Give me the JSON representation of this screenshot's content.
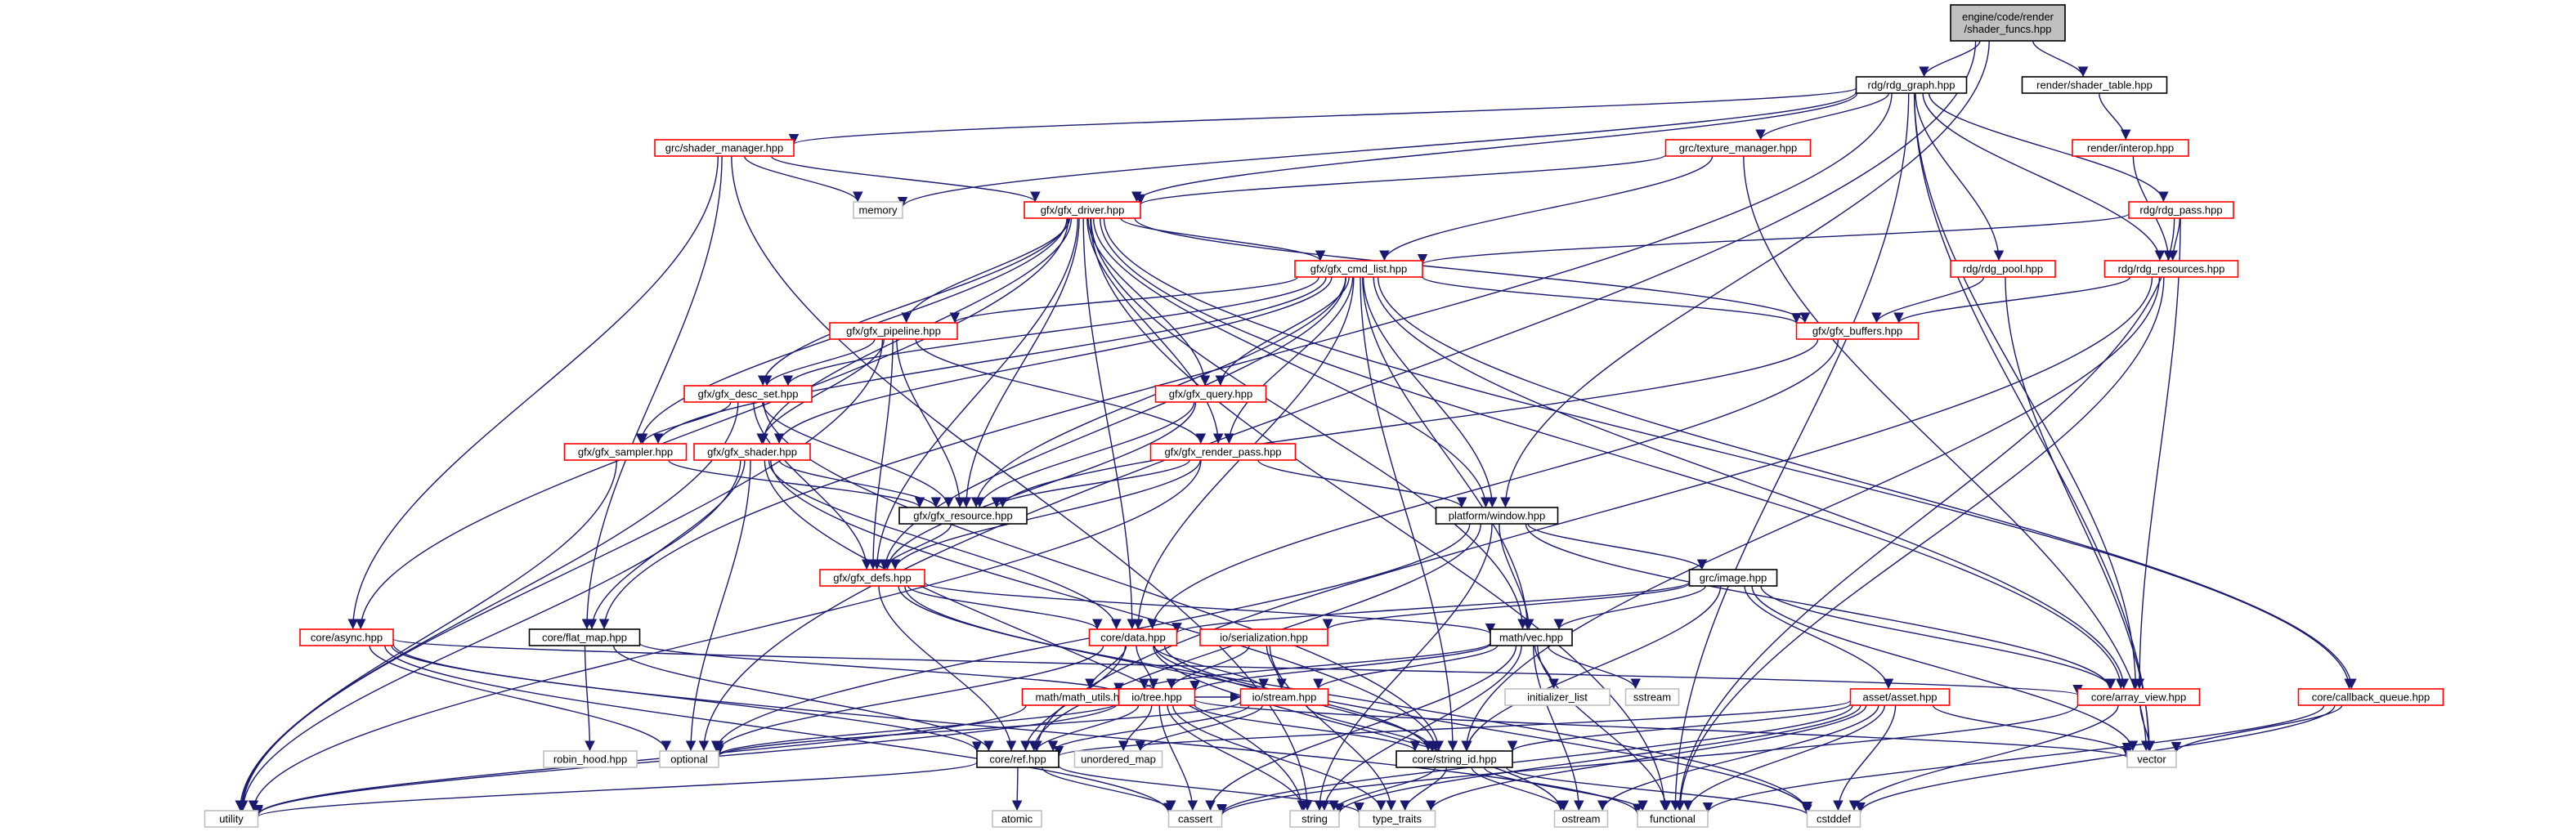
{
  "diagram": {
    "type": "include-dependency-graph",
    "colors": {
      "edge": "#191970",
      "root_fill": "#bfbfbf",
      "normal_border": "#000000",
      "link_border": "#ff0000",
      "external_border": "#bfbfbf",
      "text": "#000000"
    },
    "root": "engine/code/render/shader_funcs.hpp",
    "nodes": [
      {
        "id": "root",
        "label": "engine/code/render\n/shader_funcs.hpp",
        "kind": "root"
      },
      {
        "id": "rdg_graph",
        "label": "rdg/rdg_graph.hpp",
        "kind": "normal"
      },
      {
        "id": "shader_table",
        "label": "render/shader_table.hpp",
        "kind": "normal"
      },
      {
        "id": "shader_manager",
        "label": "grc/shader_manager.hpp",
        "kind": "linked"
      },
      {
        "id": "texture_manager",
        "label": "grc/texture_manager.hpp",
        "kind": "linked"
      },
      {
        "id": "interop",
        "label": "render/interop.hpp",
        "kind": "linked"
      },
      {
        "id": "memory",
        "label": "memory",
        "kind": "external"
      },
      {
        "id": "gfx_driver",
        "label": "gfx/gfx_driver.hpp",
        "kind": "linked"
      },
      {
        "id": "rdg_pass",
        "label": "rdg/rdg_pass.hpp",
        "kind": "linked"
      },
      {
        "id": "gfx_cmd_list",
        "label": "gfx/gfx_cmd_list.hpp",
        "kind": "linked"
      },
      {
        "id": "rdg_pool",
        "label": "rdg/rdg_pool.hpp",
        "kind": "linked"
      },
      {
        "id": "rdg_resources",
        "label": "rdg/rdg_resources.hpp",
        "kind": "linked"
      },
      {
        "id": "gfx_pipeline",
        "label": "gfx/gfx_pipeline.hpp",
        "kind": "linked"
      },
      {
        "id": "gfx_buffers",
        "label": "gfx/gfx_buffers.hpp",
        "kind": "linked"
      },
      {
        "id": "gfx_desc_set",
        "label": "gfx/gfx_desc_set.hpp",
        "kind": "linked"
      },
      {
        "id": "gfx_query",
        "label": "gfx/gfx_query.hpp",
        "kind": "linked"
      },
      {
        "id": "gfx_sampler",
        "label": "gfx/gfx_sampler.hpp",
        "kind": "linked"
      },
      {
        "id": "gfx_shader",
        "label": "gfx/gfx_shader.hpp",
        "kind": "linked"
      },
      {
        "id": "gfx_render_pass",
        "label": "gfx/gfx_render_pass.hpp",
        "kind": "linked"
      },
      {
        "id": "gfx_resource",
        "label": "gfx/gfx_resource.hpp",
        "kind": "normal"
      },
      {
        "id": "window",
        "label": "platform/window.hpp",
        "kind": "normal"
      },
      {
        "id": "gfx_defs",
        "label": "gfx/gfx_defs.hpp",
        "kind": "linked"
      },
      {
        "id": "image",
        "label": "grc/image.hpp",
        "kind": "normal"
      },
      {
        "id": "async",
        "label": "core/async.hpp",
        "kind": "linked"
      },
      {
        "id": "flat_map",
        "label": "core/flat_map.hpp",
        "kind": "normal"
      },
      {
        "id": "data",
        "label": "core/data.hpp",
        "kind": "linked"
      },
      {
        "id": "serialization",
        "label": "io/serialization.hpp",
        "kind": "linked"
      },
      {
        "id": "vec",
        "label": "math/vec.hpp",
        "kind": "normal"
      },
      {
        "id": "math_utils",
        "label": "math/math_utils.hpp",
        "kind": "linked"
      },
      {
        "id": "tree",
        "label": "io/tree.hpp",
        "kind": "linked"
      },
      {
        "id": "stream",
        "label": "io/stream.hpp",
        "kind": "linked"
      },
      {
        "id": "initializer_list",
        "label": "initializer_list",
        "kind": "external"
      },
      {
        "id": "sstream",
        "label": "sstream",
        "kind": "external"
      },
      {
        "id": "asset",
        "label": "asset/asset.hpp",
        "kind": "linked"
      },
      {
        "id": "array_view",
        "label": "core/array_view.hpp",
        "kind": "linked"
      },
      {
        "id": "callback_queue",
        "label": "core/callback_queue.hpp",
        "kind": "linked"
      },
      {
        "id": "robin_hood",
        "label": "robin_hood.hpp",
        "kind": "external"
      },
      {
        "id": "optional",
        "label": "optional",
        "kind": "external"
      },
      {
        "id": "unordered_map",
        "label": "unordered_map",
        "kind": "external"
      },
      {
        "id": "ref",
        "label": "core/ref.hpp",
        "kind": "normal"
      },
      {
        "id": "string_id",
        "label": "core/string_id.hpp",
        "kind": "normal"
      },
      {
        "id": "vector",
        "label": "vector",
        "kind": "external"
      },
      {
        "id": "utility",
        "label": "utility",
        "kind": "external"
      },
      {
        "id": "atomic",
        "label": "atomic",
        "kind": "external"
      },
      {
        "id": "cassert",
        "label": "cassert",
        "kind": "external"
      },
      {
        "id": "string",
        "label": "string",
        "kind": "external"
      },
      {
        "id": "type_traits",
        "label": "type_traits",
        "kind": "external"
      },
      {
        "id": "ostream",
        "label": "ostream",
        "kind": "external"
      },
      {
        "id": "functional",
        "label": "functional",
        "kind": "external"
      },
      {
        "id": "cstddef",
        "label": "cstddef",
        "kind": "external"
      }
    ],
    "edges": [
      [
        "root",
        "rdg_graph"
      ],
      [
        "root",
        "shader_table"
      ],
      [
        "root",
        "window"
      ],
      [
        "root",
        "optional"
      ],
      [
        "shader_table",
        "interop"
      ],
      [
        "interop",
        "rdg_resources"
      ],
      [
        "rdg_graph",
        "shader_manager"
      ],
      [
        "rdg_graph",
        "texture_manager"
      ],
      [
        "rdg_graph",
        "gfx_driver"
      ],
      [
        "rdg_graph",
        "memory"
      ],
      [
        "rdg_graph",
        "rdg_pass"
      ],
      [
        "rdg_graph",
        "rdg_pool"
      ],
      [
        "rdg_graph",
        "rdg_resources"
      ],
      [
        "rdg_graph",
        "flat_map"
      ],
      [
        "rdg_graph",
        "vector"
      ],
      [
        "rdg_graph",
        "functional"
      ],
      [
        "rdg_graph",
        "array_view"
      ],
      [
        "shader_manager",
        "gfx_driver"
      ],
      [
        "shader_manager",
        "memory"
      ],
      [
        "shader_manager",
        "flat_map"
      ],
      [
        "shader_manager",
        "async"
      ],
      [
        "shader_manager",
        "string"
      ],
      [
        "texture_manager",
        "gfx_driver"
      ],
      [
        "texture_manager",
        "gfx_cmd_list"
      ],
      [
        "texture_manager",
        "vector"
      ],
      [
        "gfx_driver",
        "gfx_cmd_list"
      ],
      [
        "gfx_driver",
        "gfx_pipeline"
      ],
      [
        "gfx_driver",
        "gfx_buffers"
      ],
      [
        "gfx_driver",
        "gfx_desc_set"
      ],
      [
        "gfx_driver",
        "gfx_query"
      ],
      [
        "gfx_driver",
        "gfx_sampler"
      ],
      [
        "gfx_driver",
        "gfx_shader"
      ],
      [
        "gfx_driver",
        "gfx_render_pass"
      ],
      [
        "gfx_driver",
        "gfx_resource"
      ],
      [
        "gfx_driver",
        "window"
      ],
      [
        "gfx_driver",
        "gfx_defs"
      ],
      [
        "gfx_driver",
        "async"
      ],
      [
        "gfx_driver",
        "data"
      ],
      [
        "gfx_driver",
        "vec"
      ],
      [
        "gfx_driver",
        "array_view"
      ],
      [
        "gfx_driver",
        "callback_queue"
      ],
      [
        "gfx_driver",
        "functional"
      ],
      [
        "rdg_pass",
        "gfx_cmd_list"
      ],
      [
        "rdg_pass",
        "rdg_resources"
      ],
      [
        "rdg_pass",
        "array_view"
      ],
      [
        "rdg_pass",
        "functional"
      ],
      [
        "rdg_pool",
        "gfx_buffers"
      ],
      [
        "rdg_pool",
        "vector"
      ],
      [
        "rdg_resources",
        "gfx_buffers"
      ],
      [
        "rdg_resources",
        "string_id"
      ],
      [
        "rdg_resources",
        "ref"
      ],
      [
        "rdg_resources",
        "functional"
      ],
      [
        "gfx_cmd_list",
        "gfx_pipeline"
      ],
      [
        "gfx_cmd_list",
        "gfx_buffers"
      ],
      [
        "gfx_cmd_list",
        "gfx_desc_set"
      ],
      [
        "gfx_cmd_list",
        "gfx_query"
      ],
      [
        "gfx_cmd_list",
        "gfx_sampler"
      ],
      [
        "gfx_cmd_list",
        "gfx_shader"
      ],
      [
        "gfx_cmd_list",
        "gfx_render_pass"
      ],
      [
        "gfx_cmd_list",
        "gfx_resource"
      ],
      [
        "gfx_cmd_list",
        "window"
      ],
      [
        "gfx_cmd_list",
        "gfx_defs"
      ],
      [
        "gfx_cmd_list",
        "data"
      ],
      [
        "gfx_cmd_list",
        "vec"
      ],
      [
        "gfx_cmd_list",
        "array_view"
      ],
      [
        "gfx_cmd_list",
        "callback_queue"
      ],
      [
        "gfx_cmd_list",
        "string_id"
      ],
      [
        "gfx_pipeline",
        "gfx_desc_set"
      ],
      [
        "gfx_pipeline",
        "gfx_shader"
      ],
      [
        "gfx_pipeline",
        "gfx_render_pass"
      ],
      [
        "gfx_pipeline",
        "gfx_resource"
      ],
      [
        "gfx_pipeline",
        "gfx_defs"
      ],
      [
        "gfx_pipeline",
        "utility"
      ],
      [
        "gfx_buffers",
        "gfx_resource"
      ],
      [
        "gfx_buffers",
        "data"
      ],
      [
        "gfx_desc_set",
        "gfx_sampler"
      ],
      [
        "gfx_desc_set",
        "gfx_resource"
      ],
      [
        "gfx_desc_set",
        "gfx_defs"
      ],
      [
        "gfx_desc_set",
        "utility"
      ],
      [
        "gfx_desc_set",
        "string_id"
      ],
      [
        "gfx_query",
        "gfx_resource"
      ],
      [
        "gfx_query",
        "gfx_defs"
      ],
      [
        "gfx_sampler",
        "gfx_resource"
      ],
      [
        "gfx_sampler",
        "utility"
      ],
      [
        "gfx_shader",
        "gfx_resource"
      ],
      [
        "gfx_shader",
        "flat_map"
      ],
      [
        "gfx_shader",
        "data"
      ],
      [
        "gfx_shader",
        "string_id"
      ],
      [
        "gfx_shader",
        "optional"
      ],
      [
        "gfx_shader",
        "utility"
      ],
      [
        "gfx_shader",
        "string"
      ],
      [
        "gfx_render_pass",
        "gfx_resource"
      ],
      [
        "gfx_render_pass",
        "window"
      ],
      [
        "gfx_render_pass",
        "gfx_defs"
      ],
      [
        "gfx_render_pass",
        "utility"
      ],
      [
        "gfx_resource",
        "gfx_defs"
      ],
      [
        "window",
        "image"
      ],
      [
        "window",
        "vec"
      ],
      [
        "window",
        "array_view"
      ],
      [
        "window",
        "optional"
      ],
      [
        "window",
        "ref"
      ],
      [
        "window",
        "string"
      ],
      [
        "gfx_defs",
        "data"
      ],
      [
        "gfx_defs",
        "vec"
      ],
      [
        "gfx_defs",
        "ref"
      ],
      [
        "gfx_defs",
        "string_id"
      ],
      [
        "gfx_defs",
        "cstddef"
      ],
      [
        "image",
        "data"
      ],
      [
        "image",
        "vec"
      ],
      [
        "image",
        "asset"
      ],
      [
        "image",
        "array_view"
      ],
      [
        "image",
        "serialization"
      ],
      [
        "image",
        "string_id"
      ],
      [
        "image",
        "vector"
      ],
      [
        "async",
        "ref"
      ],
      [
        "async",
        "optional"
      ],
      [
        "async",
        "functional"
      ],
      [
        "async",
        "cassert"
      ],
      [
        "async",
        "array_view"
      ],
      [
        "flat_map",
        "robin_hood"
      ],
      [
        "flat_map",
        "tree"
      ],
      [
        "flat_map",
        "ref"
      ],
      [
        "data",
        "math_utils"
      ],
      [
        "data",
        "tree"
      ],
      [
        "data",
        "stream"
      ],
      [
        "data",
        "ref"
      ],
      [
        "data",
        "string_id"
      ],
      [
        "data",
        "optional"
      ],
      [
        "data",
        "ostream"
      ],
      [
        "data",
        "cstddef"
      ],
      [
        "serialization",
        "tree"
      ],
      [
        "serialization",
        "stream"
      ],
      [
        "serialization",
        "type_traits"
      ],
      [
        "vec",
        "tree"
      ],
      [
        "vec",
        "stream"
      ],
      [
        "vec",
        "initializer_list"
      ],
      [
        "vec",
        "sstream"
      ],
      [
        "vec",
        "math_utils"
      ],
      [
        "vec",
        "cassert"
      ],
      [
        "vec",
        "string"
      ],
      [
        "vec",
        "ostream"
      ],
      [
        "vec",
        "functional"
      ],
      [
        "math_utils",
        "utility"
      ],
      [
        "tree",
        "stream"
      ],
      [
        "tree",
        "ref"
      ],
      [
        "tree",
        "string_id"
      ],
      [
        "tree",
        "optional"
      ],
      [
        "tree",
        "unordered_map"
      ],
      [
        "tree",
        "vector"
      ],
      [
        "tree",
        "utility"
      ],
      [
        "tree",
        "cassert"
      ],
      [
        "tree",
        "type_traits"
      ],
      [
        "tree",
        "string"
      ],
      [
        "stream",
        "ref"
      ],
      [
        "stream",
        "optional"
      ],
      [
        "stream",
        "unordered_map"
      ],
      [
        "stream",
        "string_id"
      ],
      [
        "asset",
        "ref"
      ],
      [
        "asset",
        "string_id"
      ],
      [
        "asset",
        "vector"
      ],
      [
        "asset",
        "cstddef"
      ],
      [
        "asset",
        "functional"
      ],
      [
        "asset",
        "string"
      ],
      [
        "asset",
        "ostream"
      ],
      [
        "asset",
        "type_traits"
      ],
      [
        "asset",
        "cassert"
      ],
      [
        "array_view",
        "vector"
      ],
      [
        "array_view",
        "cstddef"
      ],
      [
        "array_view",
        "cassert"
      ],
      [
        "callback_queue",
        "vector"
      ],
      [
        "callback_queue",
        "functional"
      ],
      [
        "callback_queue",
        "cstddef"
      ],
      [
        "ref",
        "atomic"
      ],
      [
        "ref",
        "utility"
      ],
      [
        "ref",
        "type_traits"
      ],
      [
        "ref",
        "cassert"
      ],
      [
        "string_id",
        "string"
      ],
      [
        "string_id",
        "type_traits"
      ],
      [
        "string_id",
        "ostream"
      ],
      [
        "string_id",
        "cstddef"
      ],
      [
        "string_id",
        "functional"
      ]
    ]
  }
}
